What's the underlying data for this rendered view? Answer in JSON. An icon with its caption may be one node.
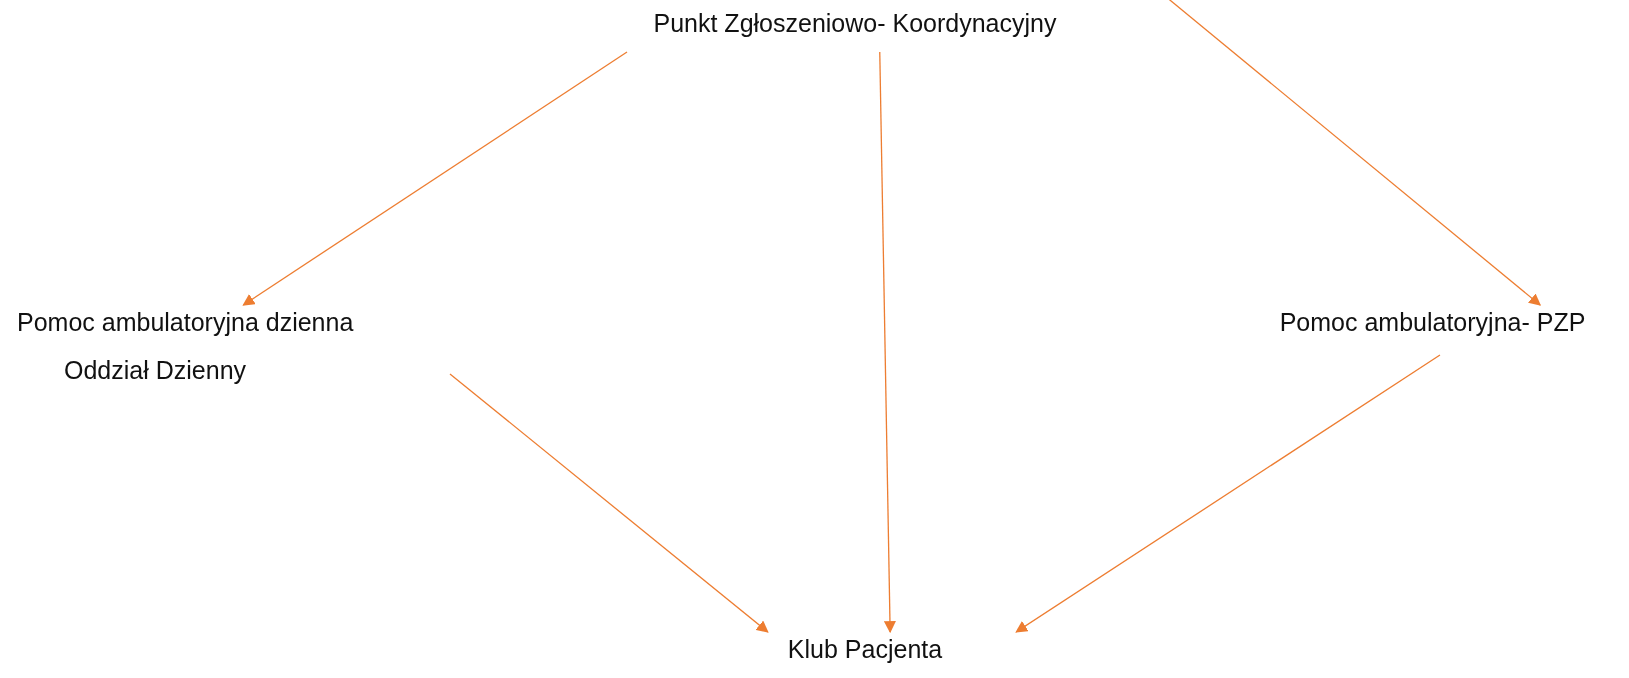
{
  "diagram": {
    "nodes": [
      {
        "text": [
          "Punkt Zgłoszeniowo- Koordynacyjny"
        ]
      },
      {
        "text": [
          "Pomoc ambulatoryjna dzienna",
          "Oddział Dzienny"
        ]
      },
      {
        "text": [
          "Pomoc ambulatoryjna- PZP"
        ]
      },
      {
        "text": [
          "Klub Pacjenta"
        ]
      }
    ],
    "edges": [
      {
        "from": 0,
        "to": 1,
        "arrow": "to"
      },
      {
        "from": 0,
        "to": 3,
        "arrow": "to"
      },
      {
        "from": 0,
        "to": 2,
        "arrow": "to"
      },
      {
        "from": 1,
        "to": 3,
        "arrow": "to"
      },
      {
        "from": 2,
        "to": 3,
        "arrow": "to"
      }
    ]
  }
}
